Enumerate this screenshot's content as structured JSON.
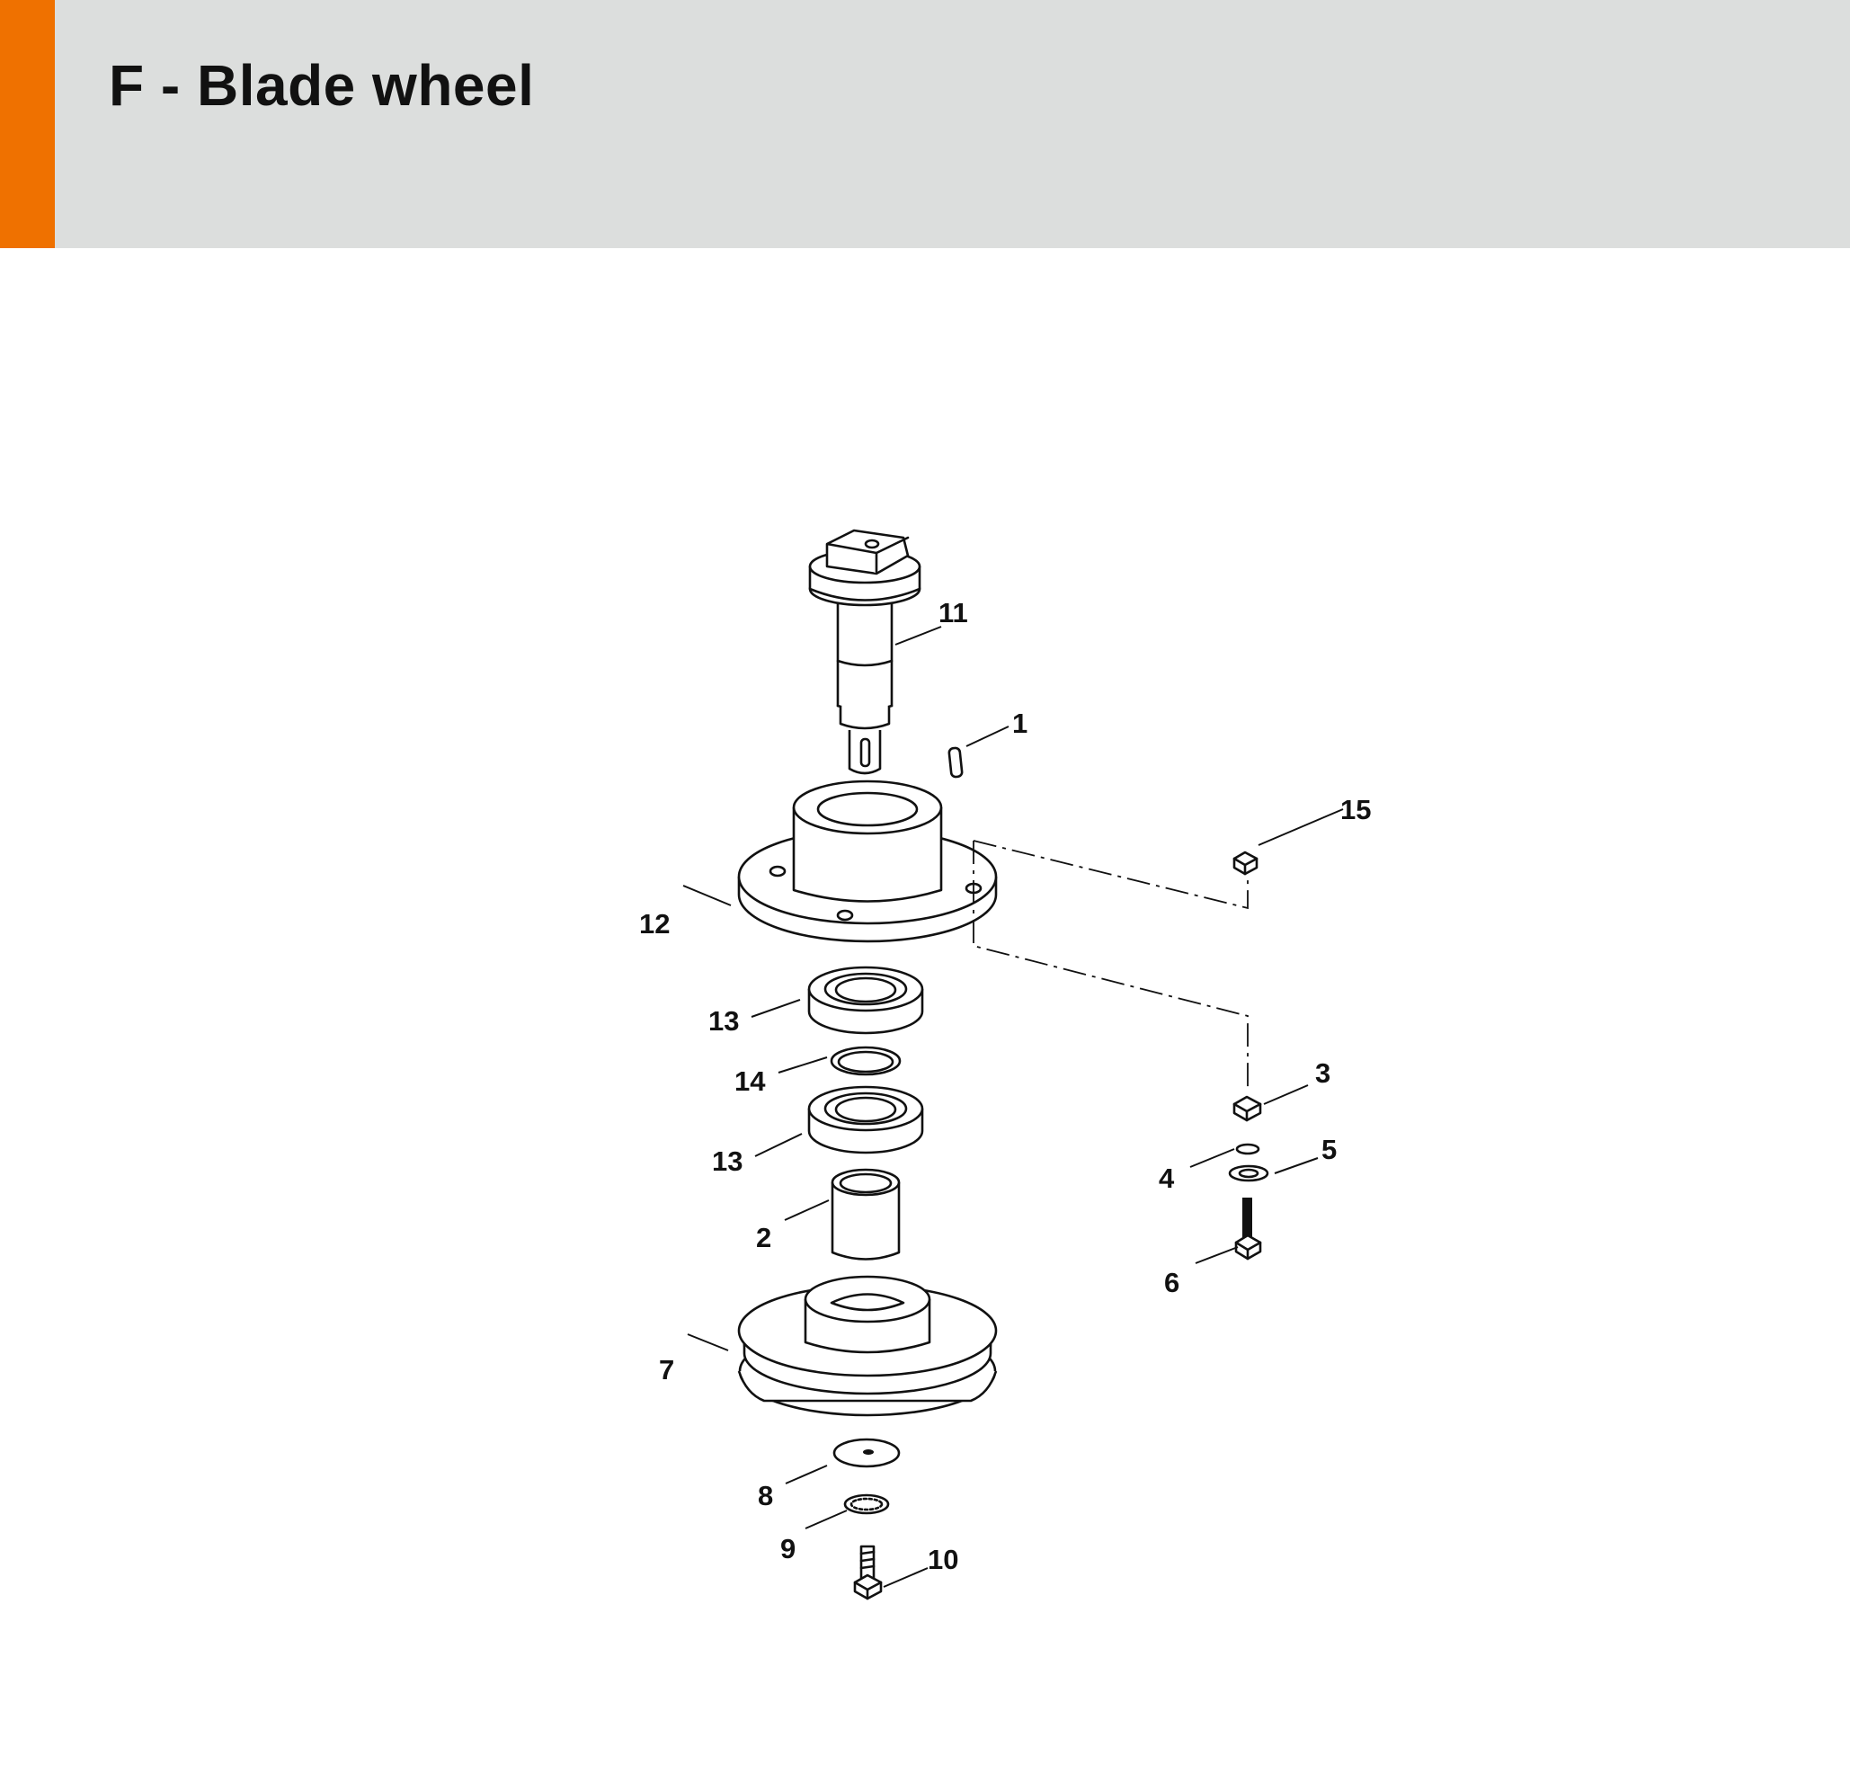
{
  "header": {
    "title": "F - Blade wheel",
    "accent_color": "#ef7100",
    "background_color": "#dcdedd"
  },
  "diagram": {
    "callouts": [
      {
        "id": "1",
        "label": "1"
      },
      {
        "id": "2",
        "label": "2"
      },
      {
        "id": "3",
        "label": "3"
      },
      {
        "id": "4",
        "label": "4"
      },
      {
        "id": "5",
        "label": "5"
      },
      {
        "id": "6",
        "label": "6"
      },
      {
        "id": "7",
        "label": "7"
      },
      {
        "id": "8",
        "label": "8"
      },
      {
        "id": "9",
        "label": "9"
      },
      {
        "id": "10",
        "label": "10"
      },
      {
        "id": "11",
        "label": "11"
      },
      {
        "id": "12",
        "label": "12"
      },
      {
        "id": "13a",
        "label": "13"
      },
      {
        "id": "13b",
        "label": "13"
      },
      {
        "id": "14",
        "label": "14"
      },
      {
        "id": "15",
        "label": "15"
      }
    ]
  }
}
